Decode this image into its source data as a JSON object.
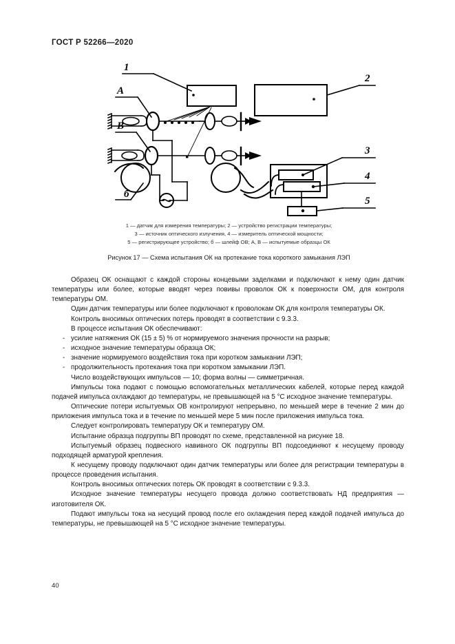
{
  "header": {
    "standard": "ГОСТ Р 52266—2020"
  },
  "figure": {
    "diagram_labels": {
      "item1": "1",
      "item2": "2",
      "item3": "3",
      "item4": "4",
      "item5": "5",
      "sampleA": "А",
      "sampleB": "В",
      "loop": "б"
    },
    "legend_lines": [
      "1 — датчик для измерения температуры; 2 — устройство регистрации температуры;",
      "3 — источник оптического излучения, 4 — измеритель оптической мощности;",
      "5 — регистрирующее устройство; б — шлейф ОВ; А, В — испытуемые образцы ОК"
    ],
    "caption": "Рисунок 17 — Схема испытания ОК на протекание тока короткого замыкания ЛЭП"
  },
  "body": {
    "paragraphs": [
      {
        "style": "indent",
        "text": "Образец ОК оснащают с каждой стороны концевыми заделками и подключают к нему один датчик температуры или более, которые вводят через повивы проволок ОК к поверхности ОМ, для контроля температуры ОМ."
      },
      {
        "style": "indent",
        "text": "Один датчик температуры или более подключают к проволокам ОК для контроля температуры ОК."
      },
      {
        "style": "indent",
        "text": "Контроль вносимых оптических потерь проводят в соответствии с 9.3.3."
      },
      {
        "style": "indent",
        "text": "В процессе испытания ОК обеспечивают:"
      },
      {
        "style": "dash",
        "text": "усилие натяжения ОК (15 ± 5) % от нормируемого значения прочности на разрыв;"
      },
      {
        "style": "dash",
        "text": "исходное значение температуры образца ОК;"
      },
      {
        "style": "dash",
        "text": "значение нормируемого воздействия тока при коротком замыкании ЛЭП;"
      },
      {
        "style": "dash",
        "text": "продолжительность протекания тока при коротком замыкании ЛЭП."
      },
      {
        "style": "indent",
        "text": "Число воздействующих импульсов — 10; форма волны — симметричная."
      },
      {
        "style": "indent",
        "text": "Импульсы тока подают с помощью вспомогательных металлических кабелей, которые перед каждой подачей импульса охлаждают до температуры, не превышающей на 5 °С исходное значение температуры."
      },
      {
        "style": "indent",
        "text": "Оптические потери испытуемых ОВ контролируют непрерывно, по меньшей мере в течение 2 мин до приложения импульса тока и в течение по меньшей мере 5 мин после приложения импульса тока."
      },
      {
        "style": "indent",
        "text": "Следует контролировать температуру ОК и температуру ОМ."
      },
      {
        "style": "indent",
        "text": "Испытание образца подгруппы ВП проводят по схеме, представленной на рисунке 18."
      },
      {
        "style": "indent",
        "text": "Испытуемый образец подвесного навивного ОК подгруппы ВП подсоединяют к несущему проводу подходящей арматурой крепления."
      },
      {
        "style": "indent",
        "text": "К несущему проводу подключают один датчик температуры или более для регистрации температуры в процессе проведения испытания."
      },
      {
        "style": "indent",
        "text": "Контроль вносимых оптических потерь ОК проводят в соответствии с 9.3.3."
      },
      {
        "style": "indent",
        "text": "Исходное значение температуры несущего провода должно соответствовать НД предприятия — изготовителя ОК."
      },
      {
        "style": "indent",
        "text": "Подают импульсы тока на несущий провод после его охлаждения перед каждой подачей импульса до температуры, не превышающей на 5 °С исходное значение температуры."
      }
    ]
  },
  "footer": {
    "page_number": "40"
  },
  "colors": {
    "text": "#151515",
    "ink": "#000000",
    "paper": "#ffffff"
  }
}
